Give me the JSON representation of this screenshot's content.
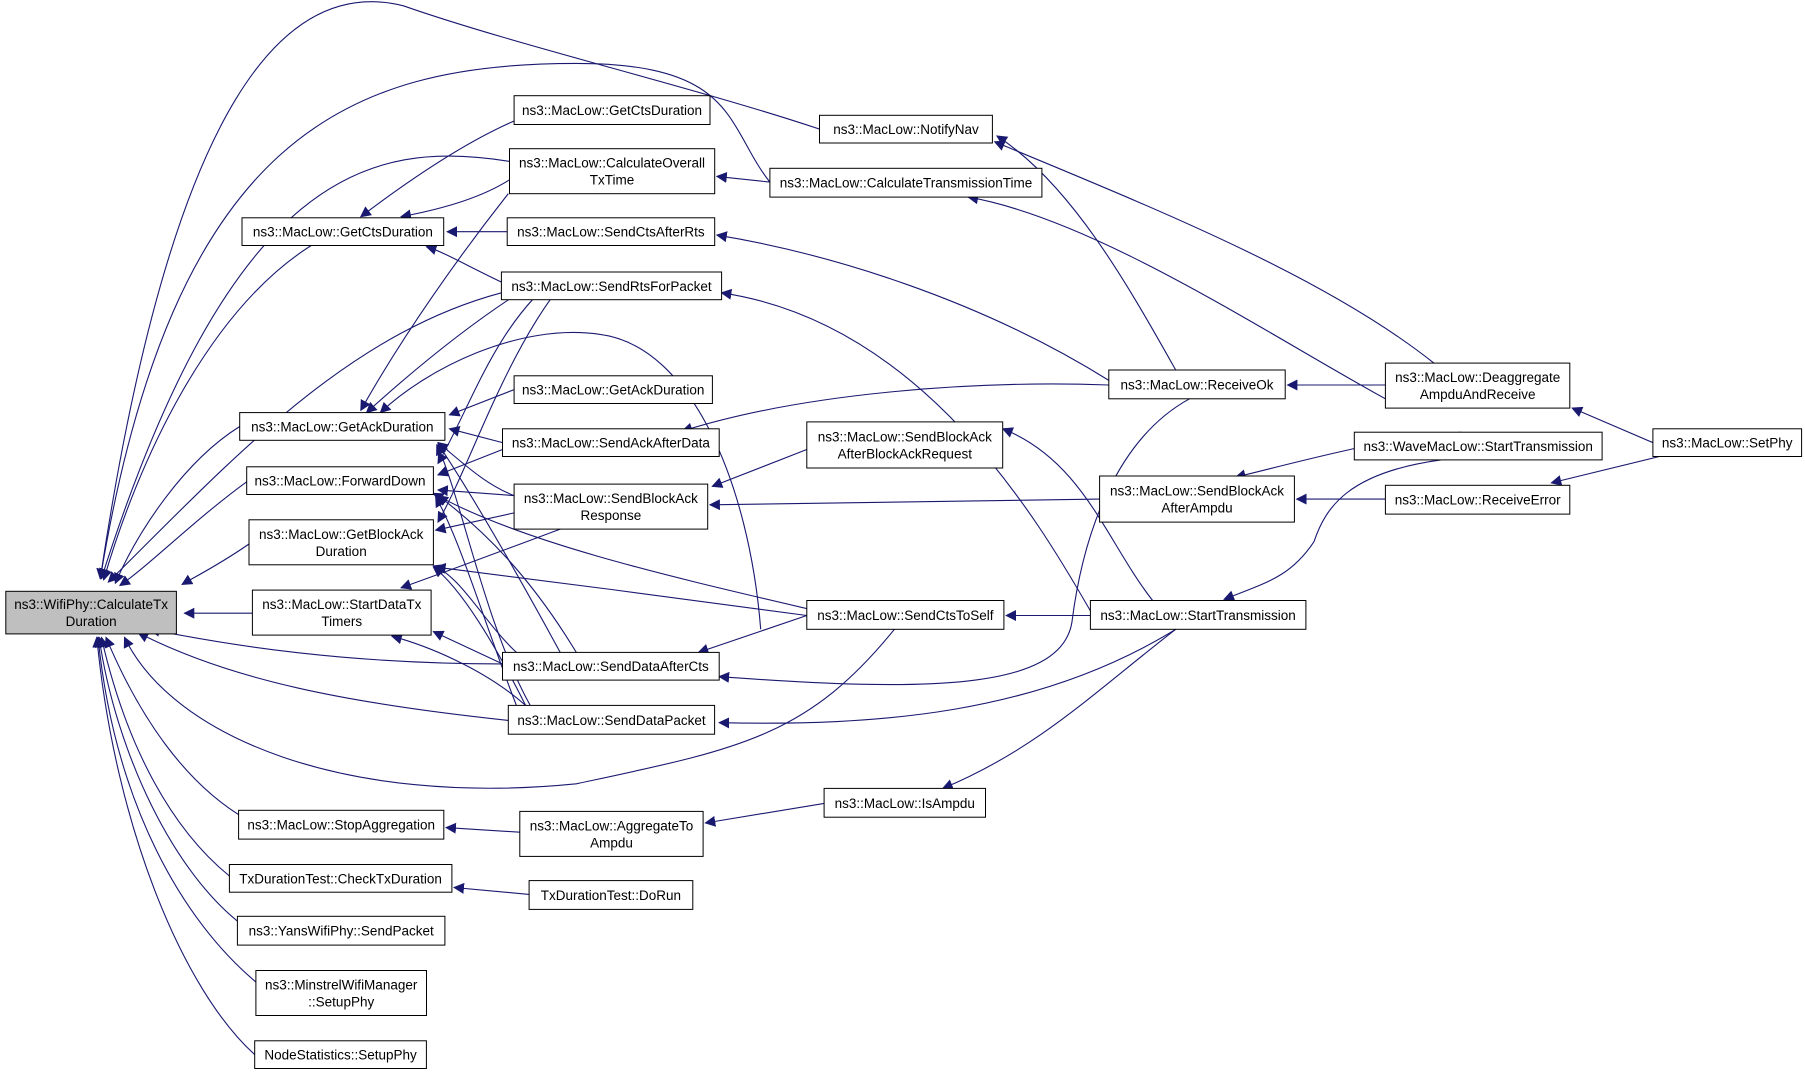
{
  "diagram": {
    "nodes": [
      {
        "id": "root",
        "lines": [
          "ns3::WifiPhy::CalculateTx",
          "Duration"
        ]
      },
      {
        "id": "getCtsDuration2",
        "lines": [
          "ns3::MacLow::GetCtsDuration"
        ]
      },
      {
        "id": "calcOverall",
        "lines": [
          "ns3::MacLow::CalculateOverall",
          "TxTime"
        ]
      },
      {
        "id": "getCtsDuration1",
        "lines": [
          "ns3::MacLow::GetCtsDuration"
        ]
      },
      {
        "id": "sendCtsAfterRts",
        "lines": [
          "ns3::MacLow::SendCtsAfterRts"
        ]
      },
      {
        "id": "sendRtsForPacket",
        "lines": [
          "ns3::MacLow::SendRtsForPacket"
        ]
      },
      {
        "id": "getAckDuration2",
        "lines": [
          "ns3::MacLow::GetAckDuration"
        ]
      },
      {
        "id": "getAckDuration1",
        "lines": [
          "ns3::MacLow::GetAckDuration"
        ]
      },
      {
        "id": "sendAckAfterData",
        "lines": [
          "ns3::MacLow::SendAckAfterData"
        ]
      },
      {
        "id": "forwardDown",
        "lines": [
          "ns3::MacLow::ForwardDown"
        ]
      },
      {
        "id": "sendBlockAckResponse",
        "lines": [
          "ns3::MacLow::SendBlockAck",
          "Response"
        ]
      },
      {
        "id": "getBlockAckDuration",
        "lines": [
          "ns3::MacLow::GetBlockAck",
          "Duration"
        ]
      },
      {
        "id": "startDataTxTimers",
        "lines": [
          "ns3::MacLow::StartDataTx",
          "Timers"
        ]
      },
      {
        "id": "sendDataAfterCts",
        "lines": [
          "ns3::MacLow::SendDataAfterCts"
        ]
      },
      {
        "id": "sendDataPacket",
        "lines": [
          "ns3::MacLow::SendDataPacket"
        ]
      },
      {
        "id": "notifyNav",
        "lines": [
          "ns3::MacLow::NotifyNav"
        ]
      },
      {
        "id": "calcTransmissionTime",
        "lines": [
          "ns3::MacLow::CalculateTransmissionTime"
        ]
      },
      {
        "id": "sendBlockAckAfterBlockAckRequest",
        "lines": [
          "ns3::MacLow::SendBlockAck",
          "AfterBlockAckRequest"
        ]
      },
      {
        "id": "sendCtsToSelf",
        "lines": [
          "ns3::MacLow::SendCtsToSelf"
        ]
      },
      {
        "id": "receiveOk",
        "lines": [
          "ns3::MacLow::ReceiveOk"
        ]
      },
      {
        "id": "sendBlockAckAfterAmpdu",
        "lines": [
          "ns3::MacLow::SendBlockAck",
          "AfterAmpdu"
        ]
      },
      {
        "id": "startTransmission",
        "lines": [
          "ns3::MacLow::StartTransmission"
        ]
      },
      {
        "id": "deaggregate",
        "lines": [
          "ns3::MacLow::Deaggregate",
          "AmpduAndReceive"
        ]
      },
      {
        "id": "waveStartTransmission",
        "lines": [
          "ns3::WaveMacLow::StartTransmission"
        ]
      },
      {
        "id": "receiveError",
        "lines": [
          "ns3::MacLow::ReceiveError"
        ]
      },
      {
        "id": "setPhy",
        "lines": [
          "ns3::MacLow::SetPhy"
        ]
      },
      {
        "id": "stopAggregation",
        "lines": [
          "ns3::MacLow::StopAggregation"
        ]
      },
      {
        "id": "aggregateToAmpdu",
        "lines": [
          "ns3::MacLow::AggregateTo",
          "Ampdu"
        ]
      },
      {
        "id": "isAmpdu",
        "lines": [
          "ns3::MacLow::IsAmpdu"
        ]
      },
      {
        "id": "checkTxDuration",
        "lines": [
          "TxDurationTest::CheckTxDuration"
        ]
      },
      {
        "id": "doRun",
        "lines": [
          "TxDurationTest::DoRun"
        ]
      },
      {
        "id": "yansSendPacket",
        "lines": [
          "ns3::YansWifiPhy::SendPacket"
        ]
      },
      {
        "id": "minstrelSetupPhy",
        "lines": [
          "ns3::MinstrelWifiManager",
          "::SetupPhy"
        ]
      },
      {
        "id": "nodeStatsSetupPhy",
        "lines": [
          "NodeStatistics::SetupPhy"
        ]
      }
    ],
    "colors": {
      "edge": "#191970",
      "node_border": "#000000",
      "root_fill": "#bfbfbf",
      "node_fill": "#ffffff"
    }
  }
}
